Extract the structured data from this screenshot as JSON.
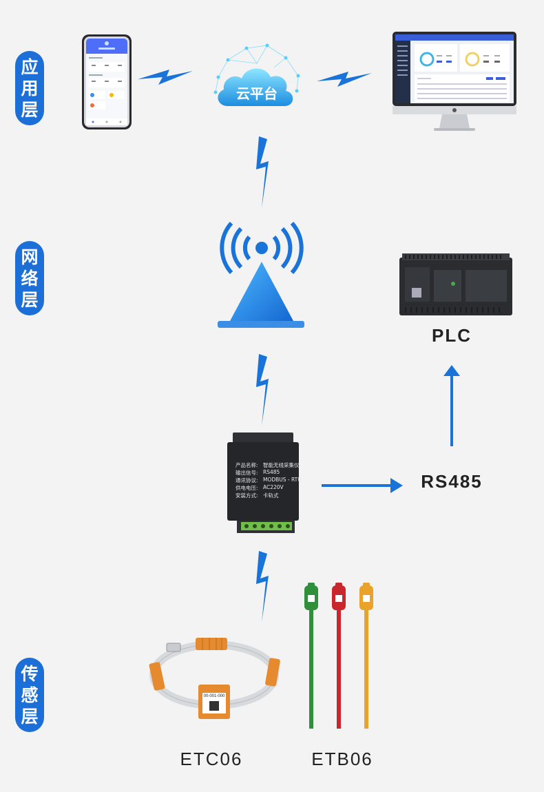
{
  "layers": {
    "application": [
      "应",
      "用",
      "层"
    ],
    "network": [
      "网",
      "络",
      "层"
    ],
    "sensing": [
      "传",
      "感",
      "层"
    ]
  },
  "cloud_label": "云平台",
  "plc_label": "PLC",
  "rs485_label": "RS485",
  "sensors": {
    "etc06": "ETC06",
    "etb06": "ETB06",
    "etc06_tag": "00-001-000"
  },
  "collector": {
    "rows": [
      {
        "key": "产品名称:",
        "value": "智能无线采集仪"
      },
      {
        "key": "输出信号:",
        "value": "RS485"
      },
      {
        "key": "通讯协议:",
        "value": "MODBUS - RTU"
      },
      {
        "key": "供电电压:",
        "value": "AC220V"
      },
      {
        "key": "安装方式:",
        "value": "卡轨式"
      }
    ]
  },
  "colors": {
    "accent": "#1b6fd6",
    "lightning": "#1a73d9",
    "pill": "#1b6fd6"
  }
}
